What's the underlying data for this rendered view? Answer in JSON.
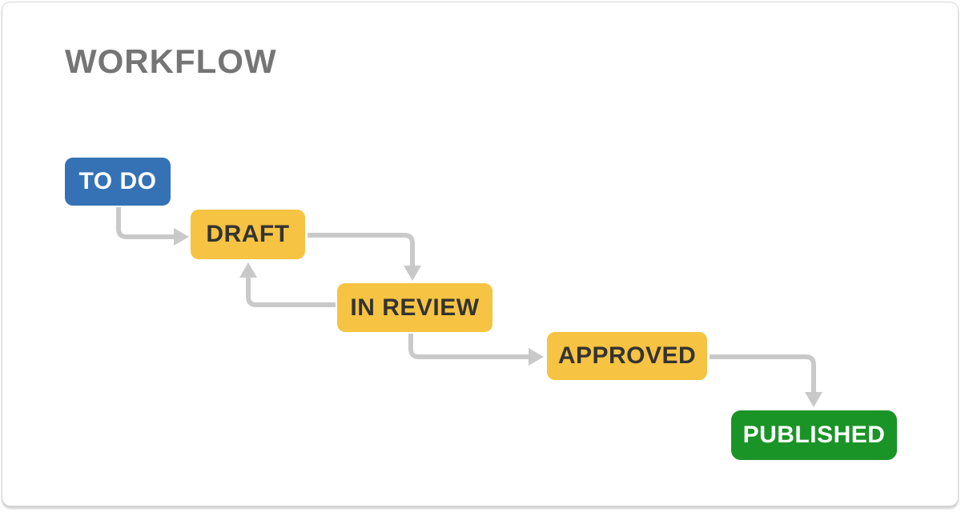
{
  "title": "WORKFLOW",
  "colors": {
    "title_gray": "#757575",
    "arrow_gray": "#c9c9c9",
    "todo_blue": "#3572b5",
    "status_yellow": "#f6c342",
    "published_green": "#1b9427",
    "dark_text": "#333333",
    "light_text": "#ffffff",
    "card_border": "#d6d6d6"
  },
  "nodes": [
    {
      "id": "todo",
      "label": "TO DO",
      "fill": "#3572b5",
      "text": "#ffffff"
    },
    {
      "id": "draft",
      "label": "DRAFT",
      "fill": "#f6c342",
      "text": "#333333"
    },
    {
      "id": "in-review",
      "label": "IN REVIEW",
      "fill": "#f6c342",
      "text": "#333333"
    },
    {
      "id": "approved",
      "label": "APPROVED",
      "fill": "#f6c342",
      "text": "#333333"
    },
    {
      "id": "published",
      "label": "PUBLISHED",
      "fill": "#1b9427",
      "text": "#ffffff"
    }
  ],
  "edges": [
    {
      "from": "todo",
      "to": "draft"
    },
    {
      "from": "draft",
      "to": "in-review"
    },
    {
      "from": "in-review",
      "to": "draft"
    },
    {
      "from": "in-review",
      "to": "approved"
    },
    {
      "from": "approved",
      "to": "published"
    }
  ]
}
